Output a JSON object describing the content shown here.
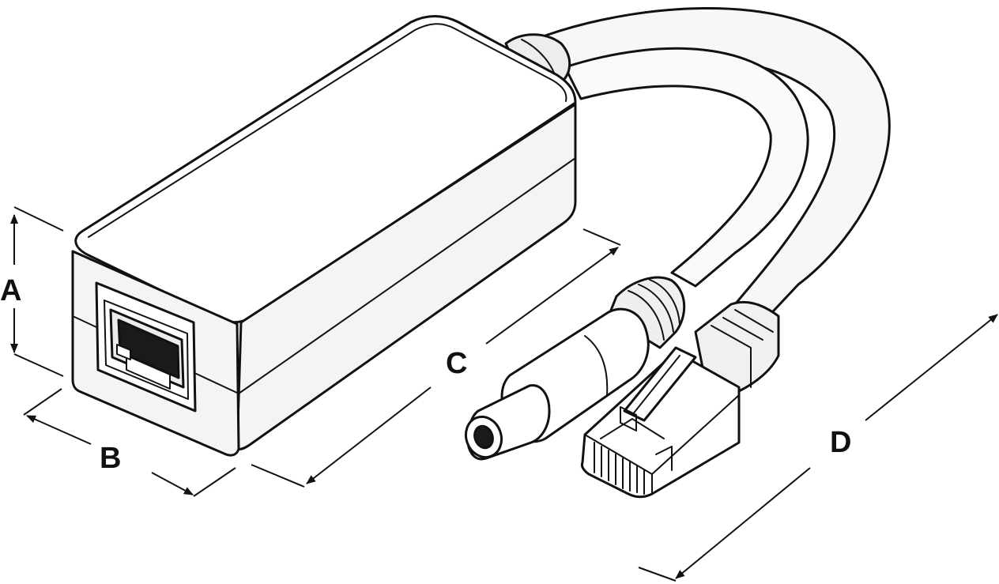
{
  "dimension_labels": {
    "a": "A",
    "b": "B",
    "c": "C",
    "d": "D"
  },
  "colors": {
    "ink": "#111111",
    "paper": "#ffffff",
    "shade": "#ececec"
  }
}
